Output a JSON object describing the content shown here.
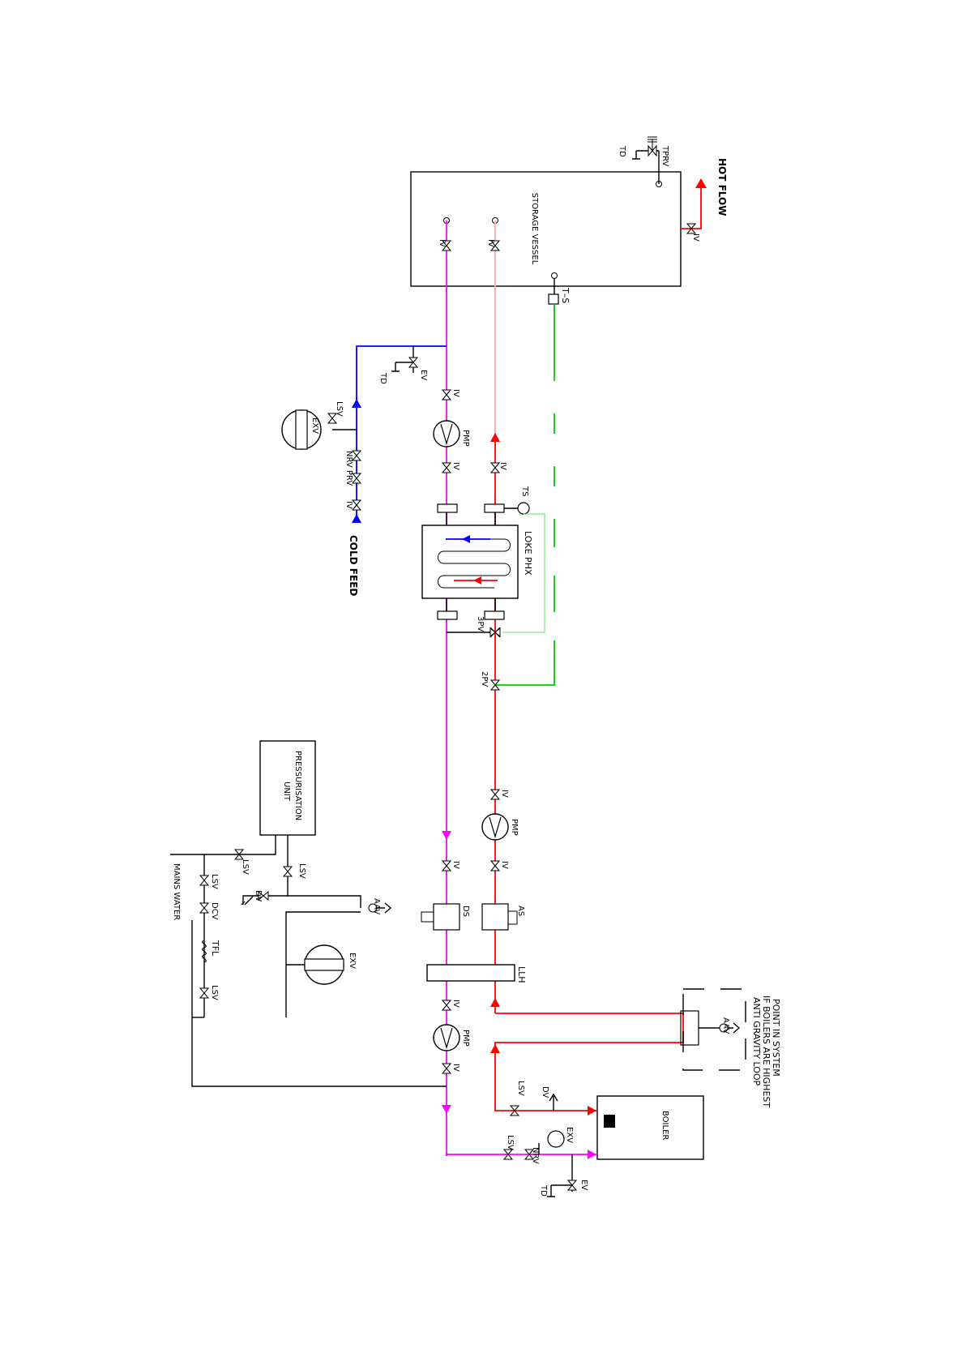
{
  "labels": {
    "storage_vessel": "STORAGE VESSEL",
    "hot_flow": "HOT FLOW",
    "cold_feed": "COLD FEED",
    "lpfe_phx": "LOKE PHX",
    "pressurisation_unit_line1": "PRESSURISATION",
    "pressurisation_unit_line2": "UNIT",
    "mains_water": "MAINS WATER",
    "boiler": "BOILER",
    "anti_gravity_line1": "ANTI GRAVITY LOOP",
    "anti_gravity_line2": "IF BOILERS ARE HIGHEST",
    "anti_gravity_line3": "POINT IN SYSTEM",
    "lh": "LLH",
    "iv": "IV",
    "pmp": "PMP",
    "lsv": "LSV",
    "exv": "EXV",
    "ev": "EV",
    "td": "TD",
    "nrv": "NRV",
    "prv": "PRV",
    "nrv_prv": "NRV PRV",
    "tprv": "TPRV",
    "ts_dash": "T–S",
    "ts": "TS",
    "pv3": "3PV",
    "pv2": "2PV",
    "ds": "DS",
    "as": "AS",
    "aav": "AAV",
    "dv": "DV",
    "dcv": "DCV",
    "tfl": "TFL"
  },
  "colors": {
    "return": "#ff00ff",
    "flow": "#ff0000",
    "secondary_flow": "#f4b2b2",
    "control": "#00cc00",
    "cold_feed": "#0000ff",
    "outline": "#000000"
  }
}
